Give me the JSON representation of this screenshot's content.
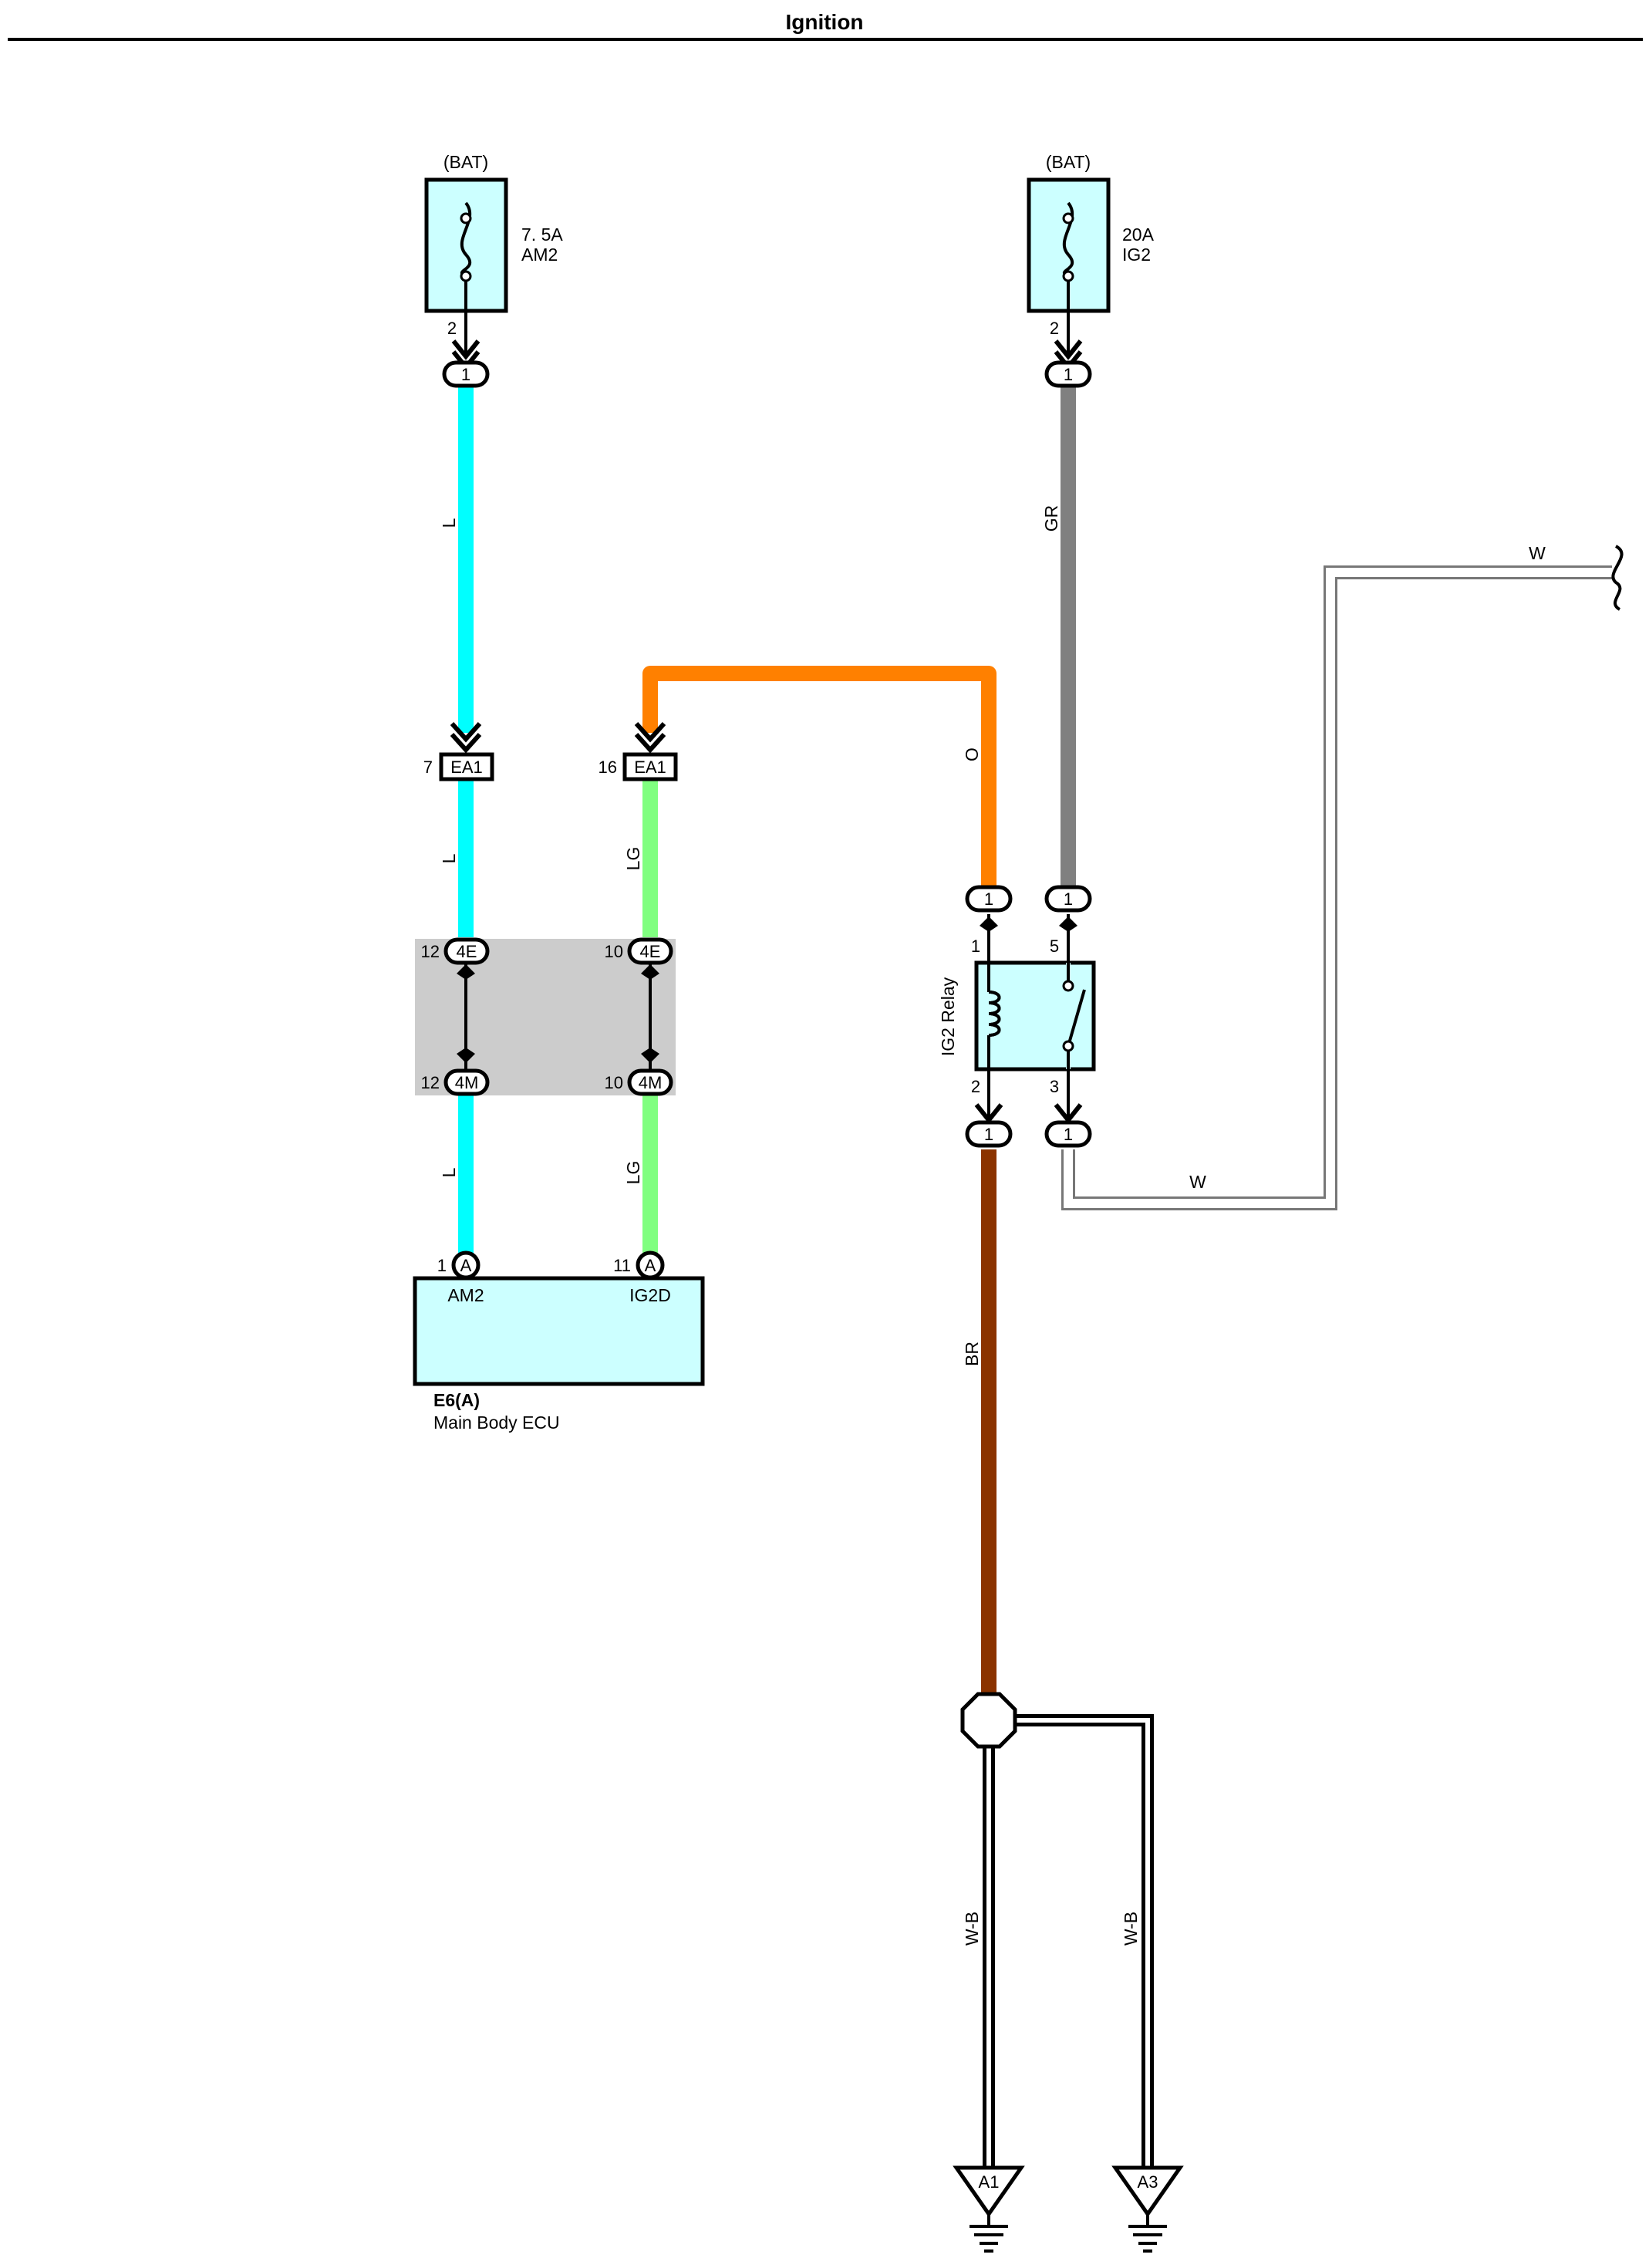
{
  "title": "Ignition",
  "colors": {
    "L": "#00ffff",
    "LG": "#80ff80",
    "O": "#ff8000",
    "GR": "#808080",
    "BR": "#8b3300",
    "W": "#ffffff",
    "component_fill": "#ccffff",
    "junction_block": "#cccccc"
  },
  "fuses": [
    {
      "supply": "(BAT)",
      "rating": "7. 5A",
      "name": "AM2",
      "pin": "2",
      "connector_pin": "1",
      "icon": "fuse-icon"
    },
    {
      "supply": "(BAT)",
      "rating": "20A",
      "name": "IG2",
      "pin": "2",
      "connector_pin": "1",
      "icon": "fuse-icon"
    }
  ],
  "wires": {
    "am2_upper": "L",
    "am2_middle": "L",
    "am2_lower": "L",
    "ig2d_middle": "LG",
    "ig2d_lower": "LG",
    "relay_coil_feed": "O",
    "relay_switch_feed": "GR",
    "relay_output": "W",
    "relay_output_offpage": "W",
    "relay_ground": "BR",
    "ground_a1": "W-B",
    "ground_a3": "W-B"
  },
  "connectors": {
    "ea1_left": {
      "name": "EA1",
      "pin": "7"
    },
    "ea1_right": {
      "name": "EA1",
      "pin": "16"
    },
    "j4e_left": {
      "name": "4E",
      "pin": "12"
    },
    "j4e_right": {
      "name": "4E",
      "pin": "10"
    },
    "j4m_left": {
      "name": "4M",
      "pin": "12"
    },
    "j4m_right": {
      "name": "4M",
      "pin": "10"
    },
    "ecu_left": {
      "name": "A",
      "pin": "1"
    },
    "ecu_right": {
      "name": "A",
      "pin": "11"
    }
  },
  "relay": {
    "name": "IG2 Relay",
    "pin_coil_in": "1",
    "pin_switch_in": "5",
    "pin_coil_out": "2",
    "pin_switch_out": "3",
    "connector_pin": "1",
    "icons": [
      "coil-icon",
      "switch-icon"
    ]
  },
  "ecu": {
    "code": "E6(A)",
    "name": "Main Body ECU",
    "terminal_left": "AM2",
    "terminal_right": "IG2D"
  },
  "grounds": [
    {
      "name": "A1",
      "icon": "ground-icon"
    },
    {
      "name": "A3",
      "icon": "ground-icon"
    }
  ]
}
